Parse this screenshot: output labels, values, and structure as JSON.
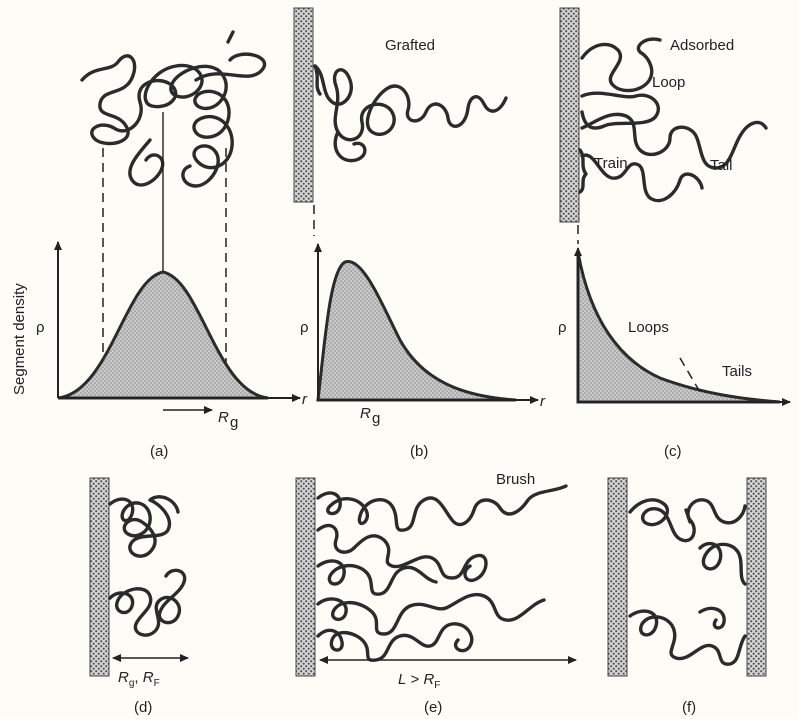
{
  "panel_a": {
    "ylabel": "Segment density",
    "rho": "ρ",
    "r": "r",
    "rg": "R",
    "rg_sub": "g",
    "caption": "(a)"
  },
  "panel_b": {
    "title": "Grafted",
    "rho": "ρ",
    "r": "r",
    "rg": "R",
    "rg_sub": "g",
    "caption": "(b)"
  },
  "panel_c": {
    "title": "Adsorbed",
    "loop": "Loop",
    "train": "Train",
    "tail": "Tail",
    "rho": "ρ",
    "loops": "Loops",
    "tails": "Tails",
    "caption": "(c)"
  },
  "panel_d": {
    "dim_1": "R",
    "dim_1_sub": "g",
    "dim_sep": ", ",
    "dim_2": "R",
    "dim_2_sub": "F",
    "caption": "(d)"
  },
  "panel_e": {
    "title": "Brush",
    "dim_l": "L",
    "dim_op": " > ",
    "dim_r": "R",
    "dim_r_sub": "F",
    "caption": "(e)"
  },
  "panel_f": {
    "caption": "(f)"
  }
}
